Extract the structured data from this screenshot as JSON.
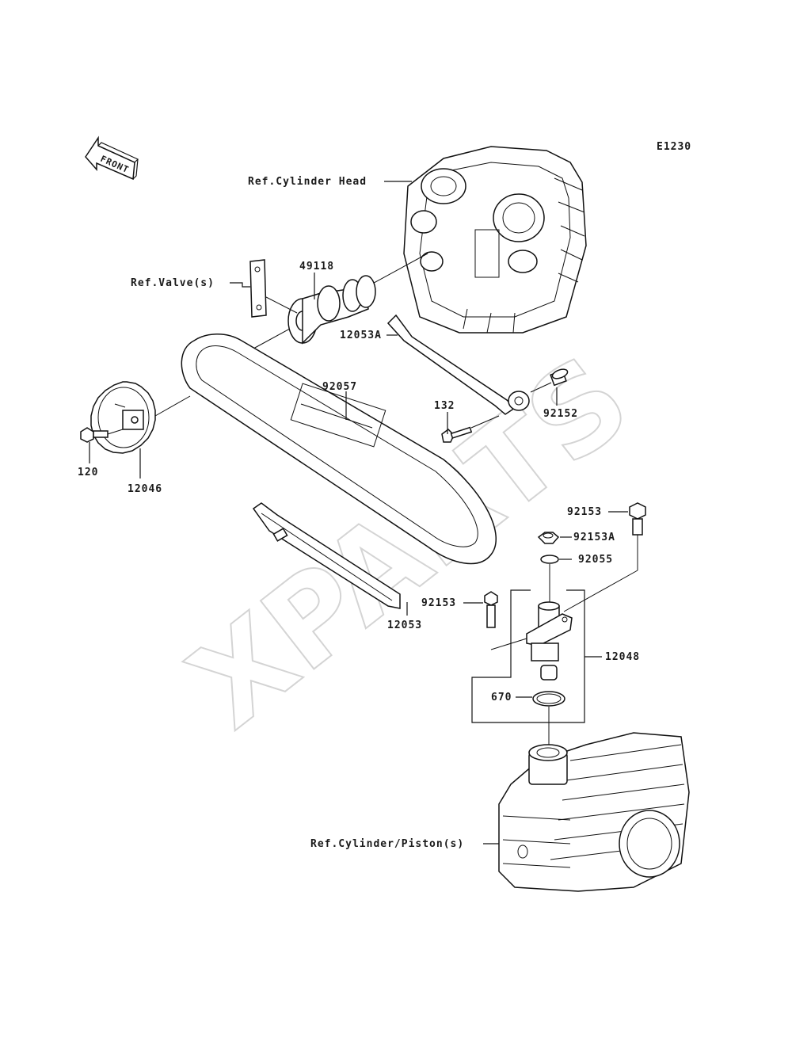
{
  "diagram_code": "E1230",
  "front_label": "FRONT",
  "watermark": "XPARTS",
  "labels": {
    "ref_cylinder_head": "Ref.Cylinder Head",
    "ref_valve": "Ref.Valve(s)",
    "camshaft": "49118",
    "chain_guide_upper": "12053A",
    "chain": "92057",
    "bolt_132": "132",
    "collar_92152": "92152",
    "bolt_120": "120",
    "sprocket": "12046",
    "bolt_92153_top": "92153",
    "nut_92153a": "92153A",
    "washer_92055": "92055",
    "bolt_92153_left": "92153",
    "chain_guide_lower": "12053",
    "tensioner": "12048",
    "oring_670": "670",
    "ref_cylinder_piston": "Ref.Cylinder/Piston(s)"
  }
}
